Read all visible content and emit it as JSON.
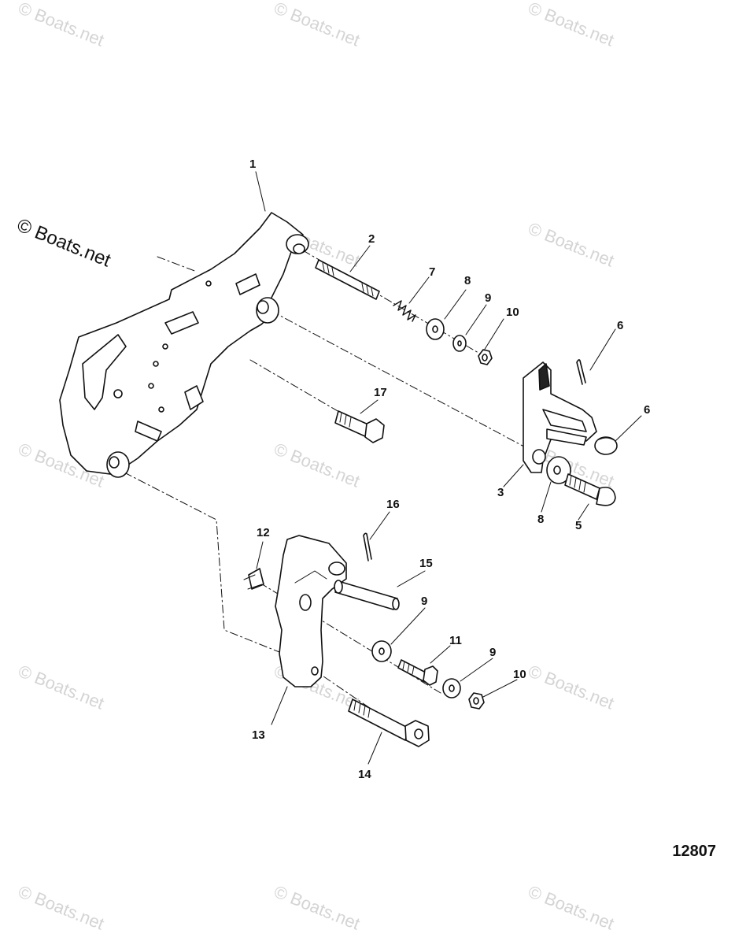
{
  "watermark": "© Boats.net",
  "figure_number": "12807",
  "callouts": {
    "c1": "1",
    "c2": "2",
    "c3": "3",
    "c5": "5",
    "c6a": "6",
    "c6b": "6",
    "c7": "7",
    "c8a": "8",
    "c8b": "8",
    "c9a": "9",
    "c9b": "9",
    "c9c": "9",
    "c10a": "10",
    "c10b": "10",
    "c11": "11",
    "c12": "12",
    "c13": "13",
    "c14": "14",
    "c15": "15",
    "c16": "16",
    "c17": "17"
  }
}
